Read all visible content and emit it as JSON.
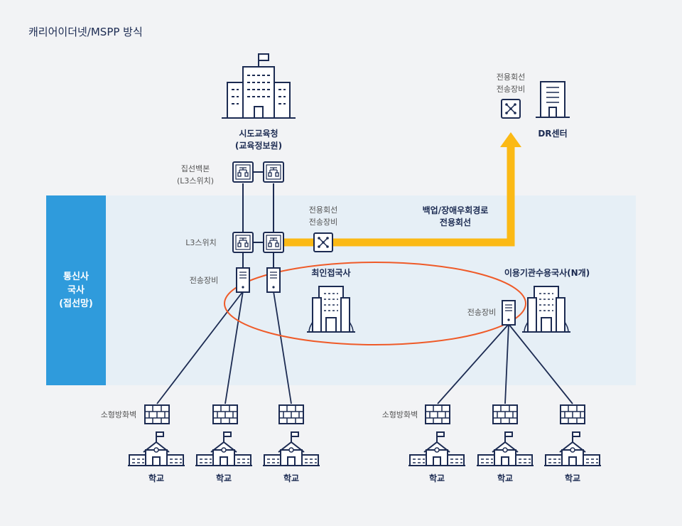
{
  "title": "캐리어이더넷/MSPP 방식",
  "band_label": [
    "통신사",
    "국사",
    "(접선망)"
  ],
  "office_of_education": {
    "line1": "시도교육청",
    "line2": "(교육정보원)"
  },
  "core_switch": {
    "line1": "집선백본",
    "line2": "(L3스위치)"
  },
  "l3_switch_label": "L3스위치",
  "transmission_label": "전송장비",
  "dedicated_equipment": {
    "line1": "전용회선",
    "line2": "전송장비"
  },
  "backup_line": {
    "line1": "백업/장애우회경로",
    "line2": "전용회선"
  },
  "dr_equipment": {
    "line1": "전용회선",
    "line2": "전송장비"
  },
  "dr_center": "DR센터",
  "nearest_office": "최인접국사",
  "user_office": "이용기관수용국사(N개)",
  "user_office_transmission": "전송장비",
  "firewall_label": "소형방화벽",
  "school_label": "학교",
  "colors": {
    "navy": "#1c2b52",
    "band": "#e6eff6",
    "band_label": "#2f9bdc",
    "backup_path": "#fbb915",
    "highlight_ellipse": "#ef5a28"
  }
}
